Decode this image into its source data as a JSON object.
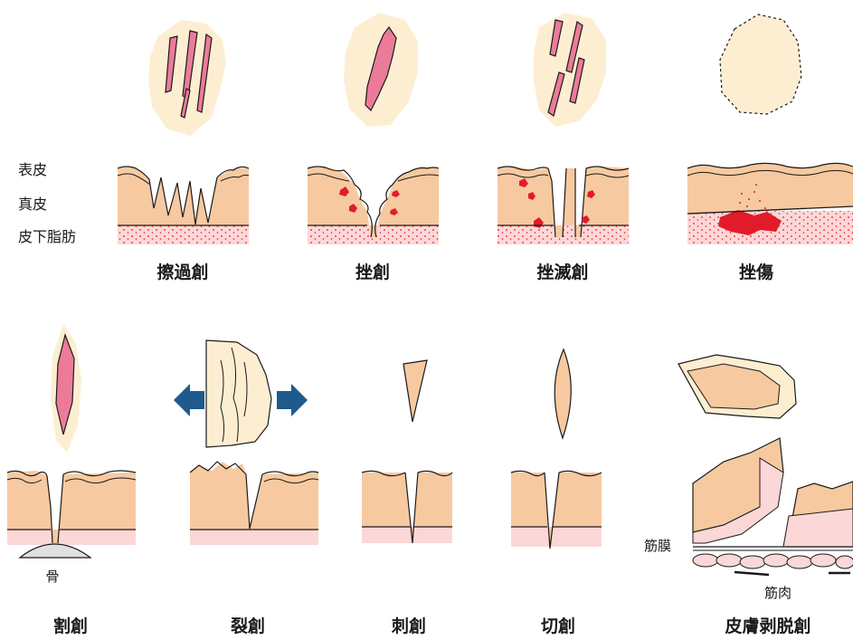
{
  "layer_labels": {
    "epidermis": "表皮",
    "dermis": "真皮",
    "subcutis": "皮下脂肪"
  },
  "wound_titles": {
    "abrasion": "擦過創",
    "contusion": "挫創",
    "laceration_crush": "挫滅創",
    "bruise": "挫傷",
    "chop": "割創",
    "tear": "裂創",
    "stab": "刺創",
    "incised": "切創",
    "degloving": "皮膚剥脱創"
  },
  "extra_labels": {
    "bone": "骨",
    "fascia": "筋膜",
    "muscle": "筋肉"
  },
  "colors": {
    "skin": "#f7c9a0",
    "halo": "#fdeed2",
    "wound": "#ec7b99",
    "subcutis": "#fbd7d7",
    "blood": "#e21b2a",
    "bone": "#e0e0e0",
    "arrow": "#1e5a8c",
    "line": "#1a1a1a"
  }
}
